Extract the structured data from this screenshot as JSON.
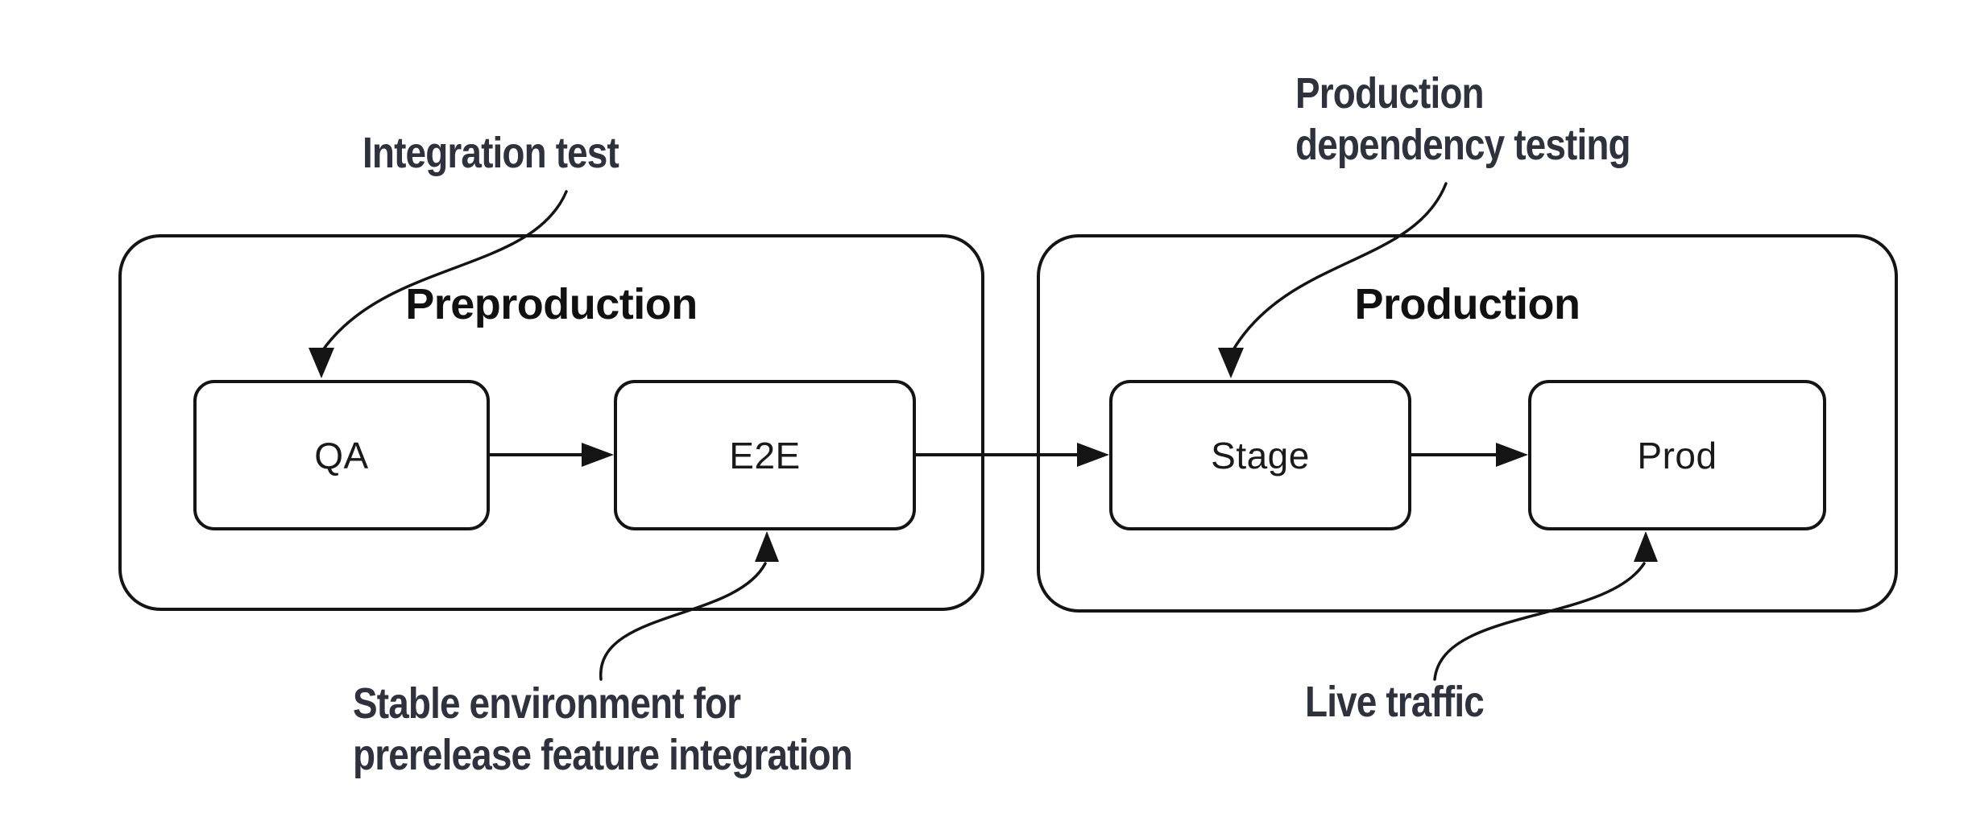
{
  "diagram": {
    "annotations": {
      "integration_test": {
        "lines": [
          "Integration test"
        ],
        "target": "QA"
      },
      "production_dependency_testing": {
        "lines": [
          "Production",
          "dependency testing"
        ],
        "target": "Stage"
      },
      "stable_environment": {
        "lines": [
          "Stable environment for",
          "prerelease feature integration"
        ],
        "target": "E2E"
      },
      "live_traffic": {
        "lines": [
          "Live traffic"
        ],
        "target": "Prod"
      }
    },
    "containers": [
      {
        "label": "Preproduction",
        "nodes": [
          {
            "label": "QA"
          },
          {
            "label": "E2E"
          }
        ]
      },
      {
        "label": "Production",
        "nodes": [
          {
            "label": "Stage"
          },
          {
            "label": "Prod"
          }
        ]
      }
    ],
    "edges": [
      {
        "from": "QA",
        "to": "E2E"
      },
      {
        "from": "E2E",
        "to": "Stage"
      },
      {
        "from": "Stage",
        "to": "Prod"
      }
    ],
    "colors": {
      "stroke": "#141414",
      "annotation_text": "#2d323d",
      "title_text": "#111111",
      "node_text": "#1a1a1a",
      "background": "#ffffff"
    }
  }
}
